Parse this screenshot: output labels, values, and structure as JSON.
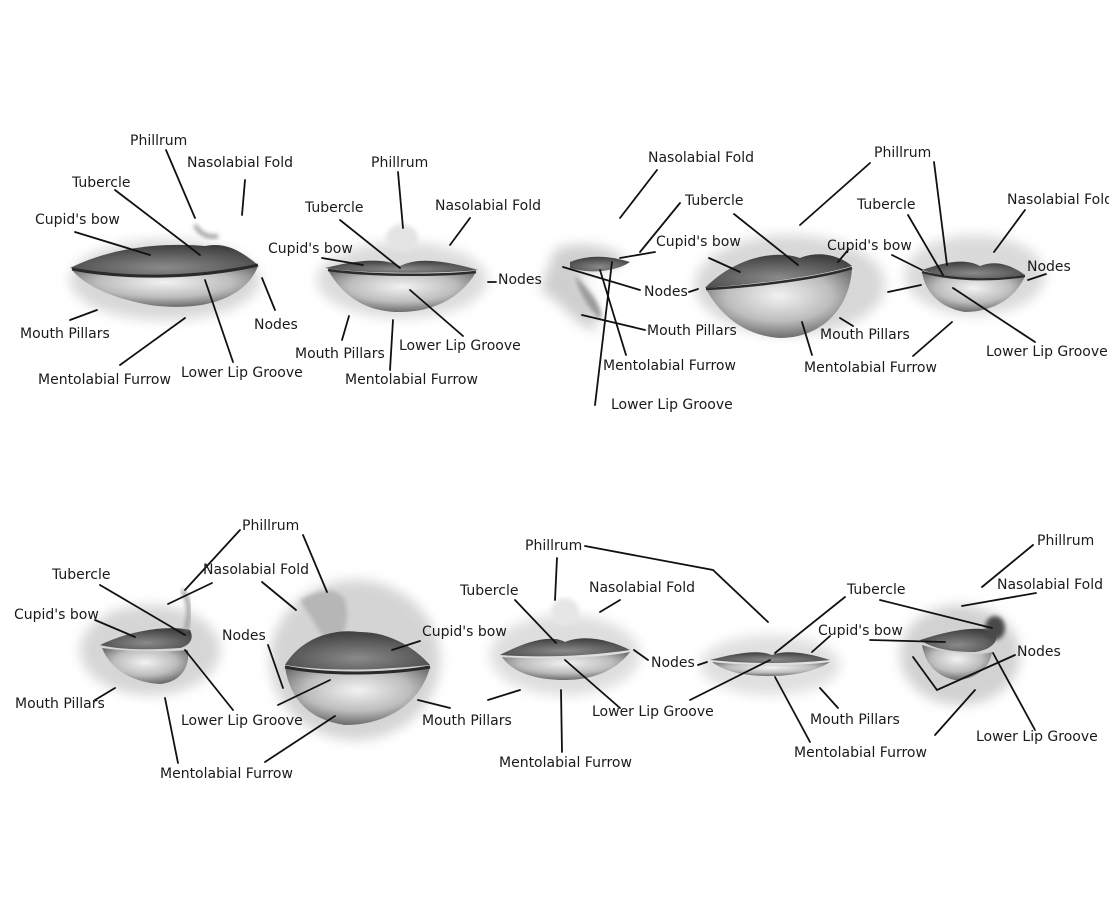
{
  "diagrams": [
    {
      "id": "lips-1",
      "labels": [
        "Phillrum",
        "Nasolabial Fold",
        "Tubercle",
        "Cupid's bow",
        "Nodes",
        "Mouth Pillars",
        "Lower Lip Groove",
        "Mentolabial Furrow"
      ]
    },
    {
      "id": "lips-2",
      "labels": [
        "Phillrum",
        "Nasolabial Fold",
        "Tubercle",
        "Cupid's bow",
        "Nodes",
        "Mouth Pillars",
        "Lower Lip Groove",
        "Mentolabial Furrow"
      ]
    },
    {
      "id": "lips-3",
      "labels": [
        "Nasolabial Fold",
        "Tubercle",
        "Cupid's bow",
        "Nodes",
        "Mouth Pillars",
        "Mentolabial Furrow",
        "Lower Lip Groove"
      ]
    },
    {
      "id": "lips-4",
      "labels": [
        "Phillrum",
        "Cupid's bow",
        "Mouth Pillars",
        "Mentolabial Furrow"
      ]
    },
    {
      "id": "lips-5",
      "labels": [
        "Nasolabial Fold",
        "Tubercle",
        "Nodes",
        "Lower Lip Groove"
      ]
    },
    {
      "id": "lips-6",
      "labels": [
        "Phillrum",
        "Tubercle",
        "Nasolabial Fold",
        "Cupid's bow",
        "Mouth Pillars",
        "Lower Lip Groove",
        "Mentolabial Furrow"
      ]
    },
    {
      "id": "lips-7",
      "labels": [
        "Phillrum",
        "Nasolabial Fold",
        "Nodes",
        "Cupid's bow",
        "Lower Lip Groove",
        "Mentolabial Furrow"
      ]
    },
    {
      "id": "lips-8",
      "labels": [
        "Phillrum",
        "Tubercle",
        "Nasolabial Fold",
        "Cupid's bow",
        "Nodes",
        "Mouth Pillars",
        "Lower Lip Groove",
        "Mentolabial Furrow"
      ]
    },
    {
      "id": "lips-9",
      "labels": [
        "Phillrum",
        "Tubercle",
        "Nodes",
        "Cupid's bow",
        "Mouth Pillars",
        "Mentolabial Furrow"
      ]
    },
    {
      "id": "lips-10",
      "labels": [
        "Phillrum",
        "Nasolabial Fold",
        "Cupid's bow",
        "Nodes",
        "Lower Lip Groove"
      ]
    }
  ]
}
